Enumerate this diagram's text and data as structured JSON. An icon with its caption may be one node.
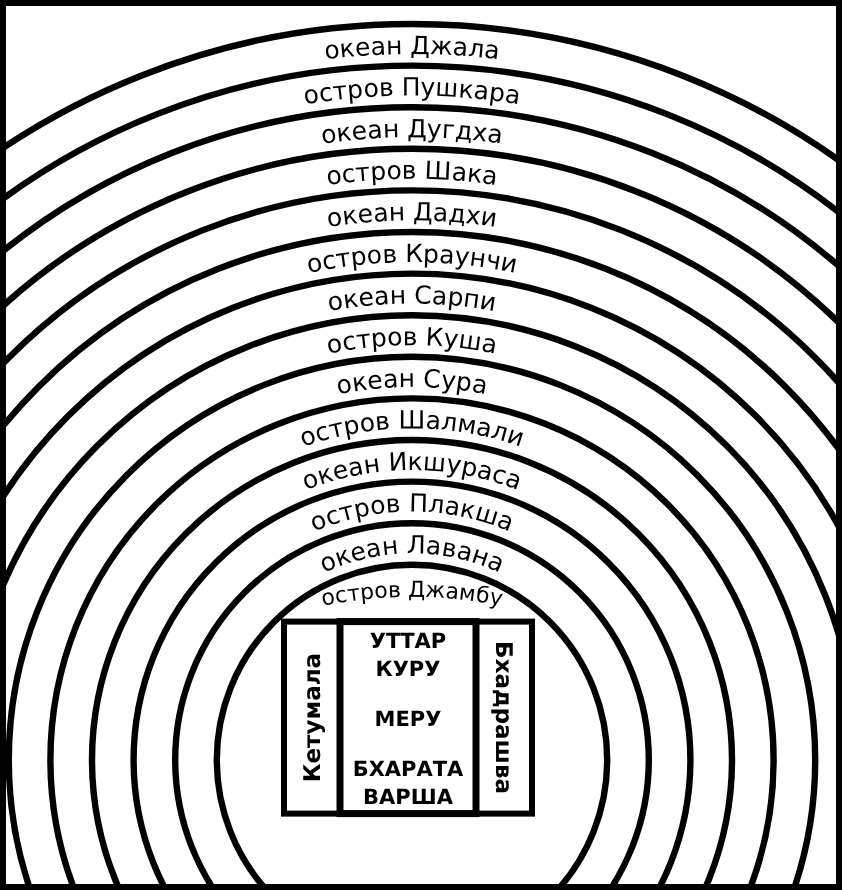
{
  "diagram": {
    "nodes": [
      {
        "text": [
          "океан Джала"
        ]
      },
      {
        "text": [
          "остров Пушкара"
        ],
        "in": 0
      },
      {
        "text": [
          "океан Дугдха"
        ],
        "in": 1
      },
      {
        "text": [
          "остров Шака"
        ],
        "in": 2
      },
      {
        "text": [
          "океан Дадхи"
        ],
        "in": 3
      },
      {
        "text": [
          "остров Краунчи"
        ],
        "in": 4
      },
      {
        "text": [
          "океан Сарпи"
        ],
        "in": 5
      },
      {
        "text": [
          "остров Куша"
        ],
        "in": 6
      },
      {
        "text": [
          "океан Сура"
        ],
        "in": 7
      },
      {
        "text": [
          "остров Шалмали"
        ],
        "in": 8
      },
      {
        "text": [
          "океан Икшураса"
        ],
        "in": 9
      },
      {
        "text": [
          "остров Плакша"
        ],
        "in": 10
      },
      {
        "text": [
          "океан Лавана"
        ],
        "in": 11
      },
      {
        "text": [
          "остров Джамбу"
        ],
        "in": 12
      },
      {
        "text": [
          "Кетумала"
        ],
        "in": 13
      },
      {
        "text": [
          "УТТАР КУРУ",
          "МЕРУ",
          "БХАРАТА ВАРША"
        ],
        "in": 13
      },
      {
        "text": [
          "Бхадрашва"
        ],
        "in": 13
      }
    ]
  }
}
